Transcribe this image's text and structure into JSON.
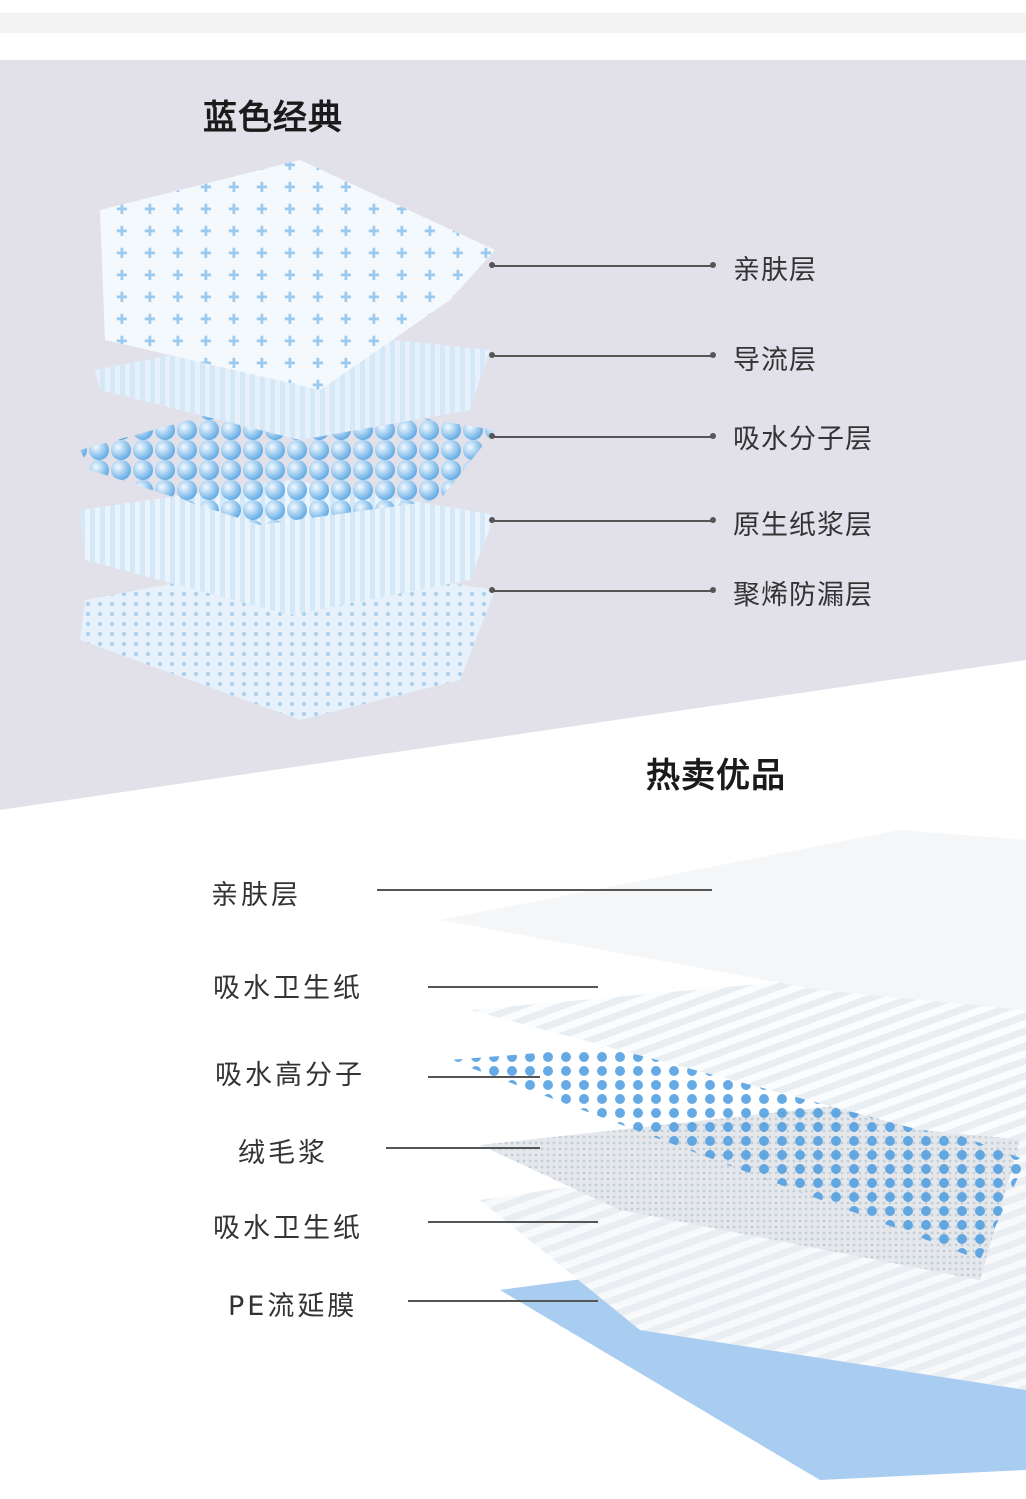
{
  "section1": {
    "title": "蓝色经典",
    "layers": [
      "亲肤层",
      "导流层",
      "吸水分子层",
      "原生纸浆层",
      "聚烯防漏层"
    ]
  },
  "section2": {
    "title": "热卖优品",
    "layers": [
      "亲肤层",
      "吸水卫生纸",
      "吸水高分子",
      "绒毛浆",
      "吸水卫生纸",
      "PE流延膜"
    ]
  },
  "colors": {
    "band": "#e2e1ea",
    "accent_blue": "#8fc0e8"
  }
}
